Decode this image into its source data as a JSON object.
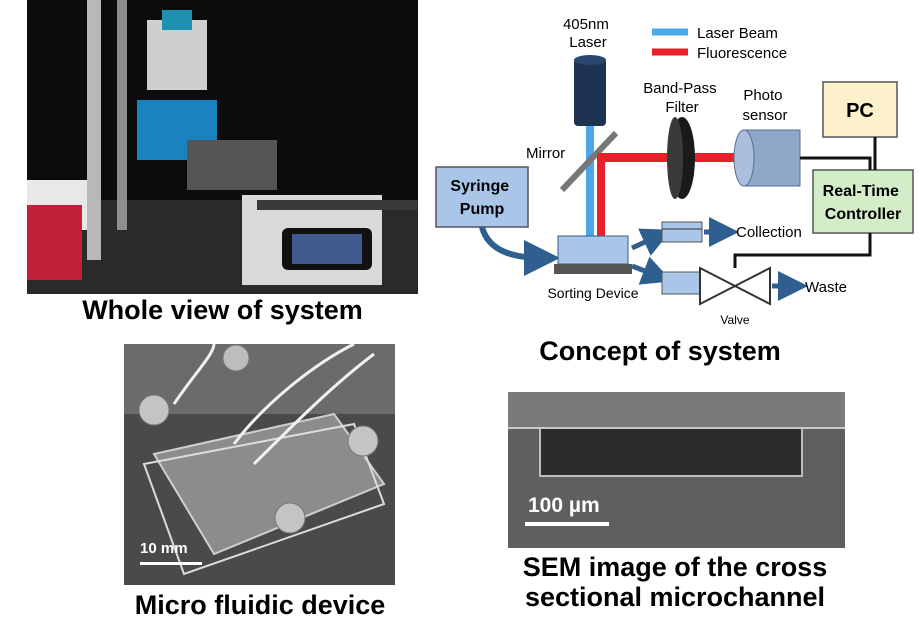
{
  "captions": {
    "whole_view": "Whole view of system",
    "concept": "Concept of system",
    "micro_device": "Micro fluidic device",
    "sem_line1": "SEM image of the cross",
    "sem_line2": "sectional microchannel"
  },
  "scale_bars": {
    "device": "10 mm",
    "sem": "100 µm"
  },
  "diagram": {
    "laser": "405nm\nLaser",
    "legend": {
      "laser_beam": "Laser Beam",
      "fluorescence": "Fluorescence"
    },
    "mirror": "Mirror",
    "band_pass_filter": "Band-Pass\nFilter",
    "photo_sensor": "Photo\nsensor",
    "pc": "PC",
    "syringe_pump": "Syringe\nPump",
    "controller": "Real-Time\nController",
    "sorting_device": "Sorting Device",
    "collection": "Collection",
    "waste": "Waste",
    "valve": "Valve"
  },
  "colors": {
    "laser_beam": "#4aa8e8",
    "fluorescence": "#e8202a",
    "box_blue": "#a9c6e8",
    "box_green": "#d4edc9",
    "box_pc": "#fdf1cc",
    "arrow": "#2e5f8f"
  }
}
